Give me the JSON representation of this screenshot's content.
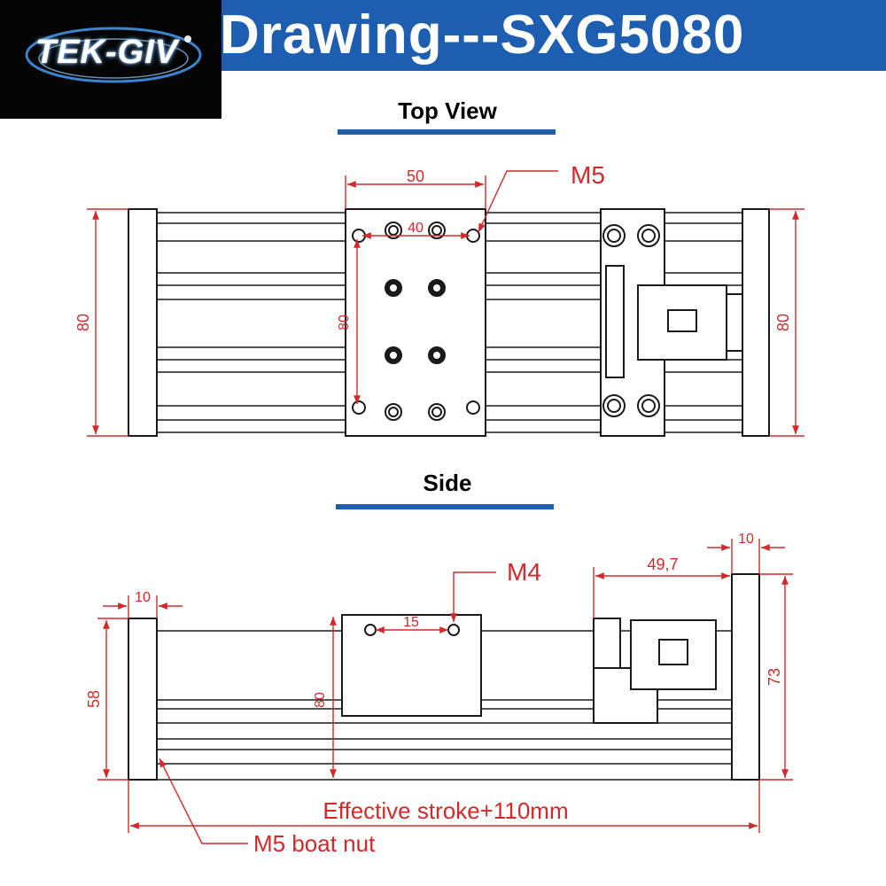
{
  "header": {
    "title": "Drawing---SXG5080",
    "logo_text": "TEK-GIV"
  },
  "top_view": {
    "title": "Top View",
    "dims": {
      "plate_width": "50",
      "hole_spacing": "40",
      "thread": "M5",
      "height_left": "80",
      "height_inner": "80",
      "height_right": "80"
    }
  },
  "side_view": {
    "title": "Side",
    "dims": {
      "end_plate_left": "10",
      "end_plate_right": "10",
      "motor_offset": "49,7",
      "thread": "M4",
      "hole_spacing": "15",
      "height_left": "58",
      "height_carriage": "80",
      "height_right": "73",
      "stroke": "Effective stroke+110mm",
      "boat_nut": "M5 boat nut"
    }
  },
  "colors": {
    "accent_blue": "#1d5eb0",
    "dimension_red": "#d22a2a"
  }
}
